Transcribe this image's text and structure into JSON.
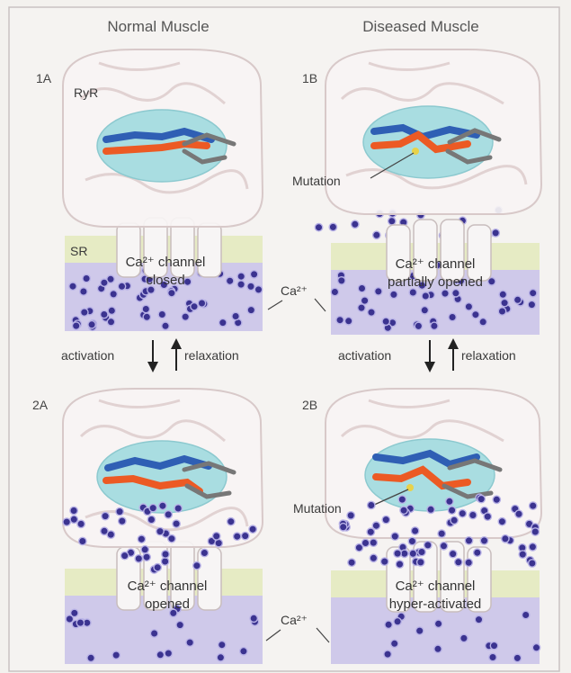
{
  "headers": {
    "normal": "Normal Muscle",
    "diseased": "Diseased Muscle"
  },
  "panels": {
    "p1a": {
      "id": "1A",
      "ryr": "RyR",
      "sr": "SR",
      "channel_line1": "Ca²⁺ channel",
      "channel_line2": "closed"
    },
    "p1b": {
      "id": "1B",
      "mutation": "Mutation",
      "channel_line1": "Ca²⁺ channel",
      "channel_line2": "partially opened"
    },
    "p2a": {
      "id": "2A",
      "channel_line1": "Ca²⁺ channel",
      "channel_line2": "opened"
    },
    "p2b": {
      "id": "2B",
      "mutation": "Mutation",
      "channel_line1": "Ca²⁺ channel",
      "channel_line2": "hyper-activated"
    }
  },
  "ion_labels": {
    "top": "Ca²⁺",
    "bottom": "Ca²⁺"
  },
  "arrows": {
    "left": {
      "activation": "activation",
      "relaxation": "relaxation"
    },
    "right": {
      "activation": "activation",
      "relaxation": "relaxation"
    }
  },
  "colors": {
    "membrane": "#e6ebc4",
    "lumen": "#cfc9ea",
    "protein_outline": "#d8c9c9",
    "pore": "#a9dde1",
    "strand_blue": "#2f5fb4",
    "strand_orange": "#ec5a24",
    "ion": "#3b3390"
  }
}
